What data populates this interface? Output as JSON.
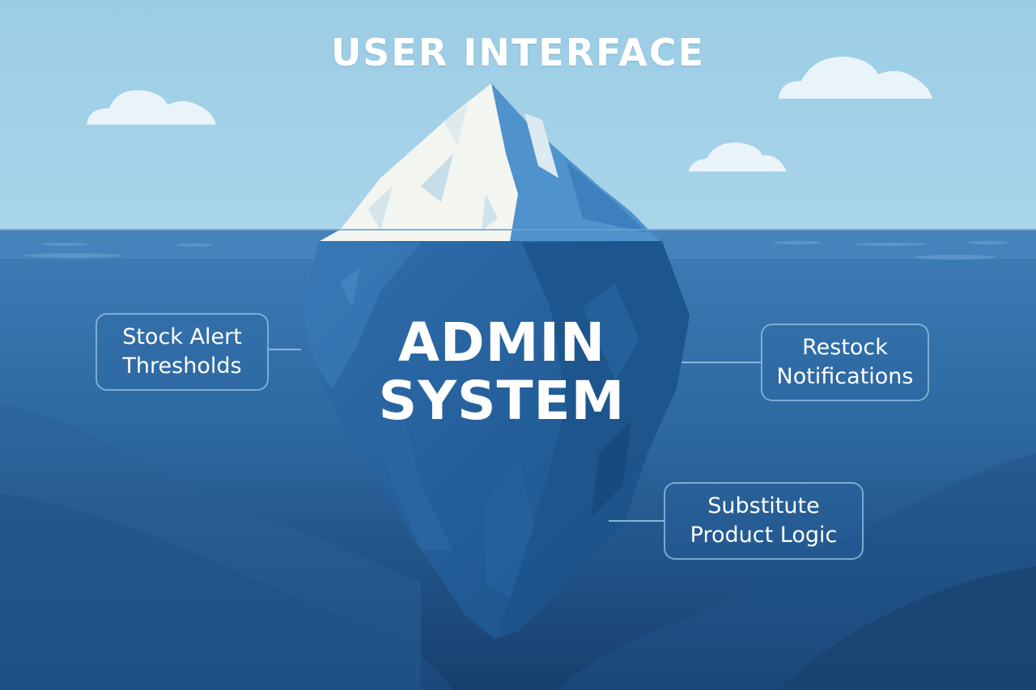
{
  "title": "USER INTERFACE",
  "core": {
    "line1": "ADMIN",
    "line2": "SYSTEM"
  },
  "callouts": [
    {
      "line1": "Stock Alert",
      "line2": "Thresholds"
    },
    {
      "line1": "Restock",
      "line2": "Notifications"
    },
    {
      "line1": "Substitute",
      "line2": "Product Logic"
    }
  ],
  "colors": {
    "sky": "#9fcfe6",
    "water_top": "#3d7ab3",
    "water_deep": "#174a80",
    "snow": "#f3f5f0",
    "ice_light": "#5c9ed3",
    "ice_dark": "#1f5c97",
    "text": "#ffffff"
  }
}
